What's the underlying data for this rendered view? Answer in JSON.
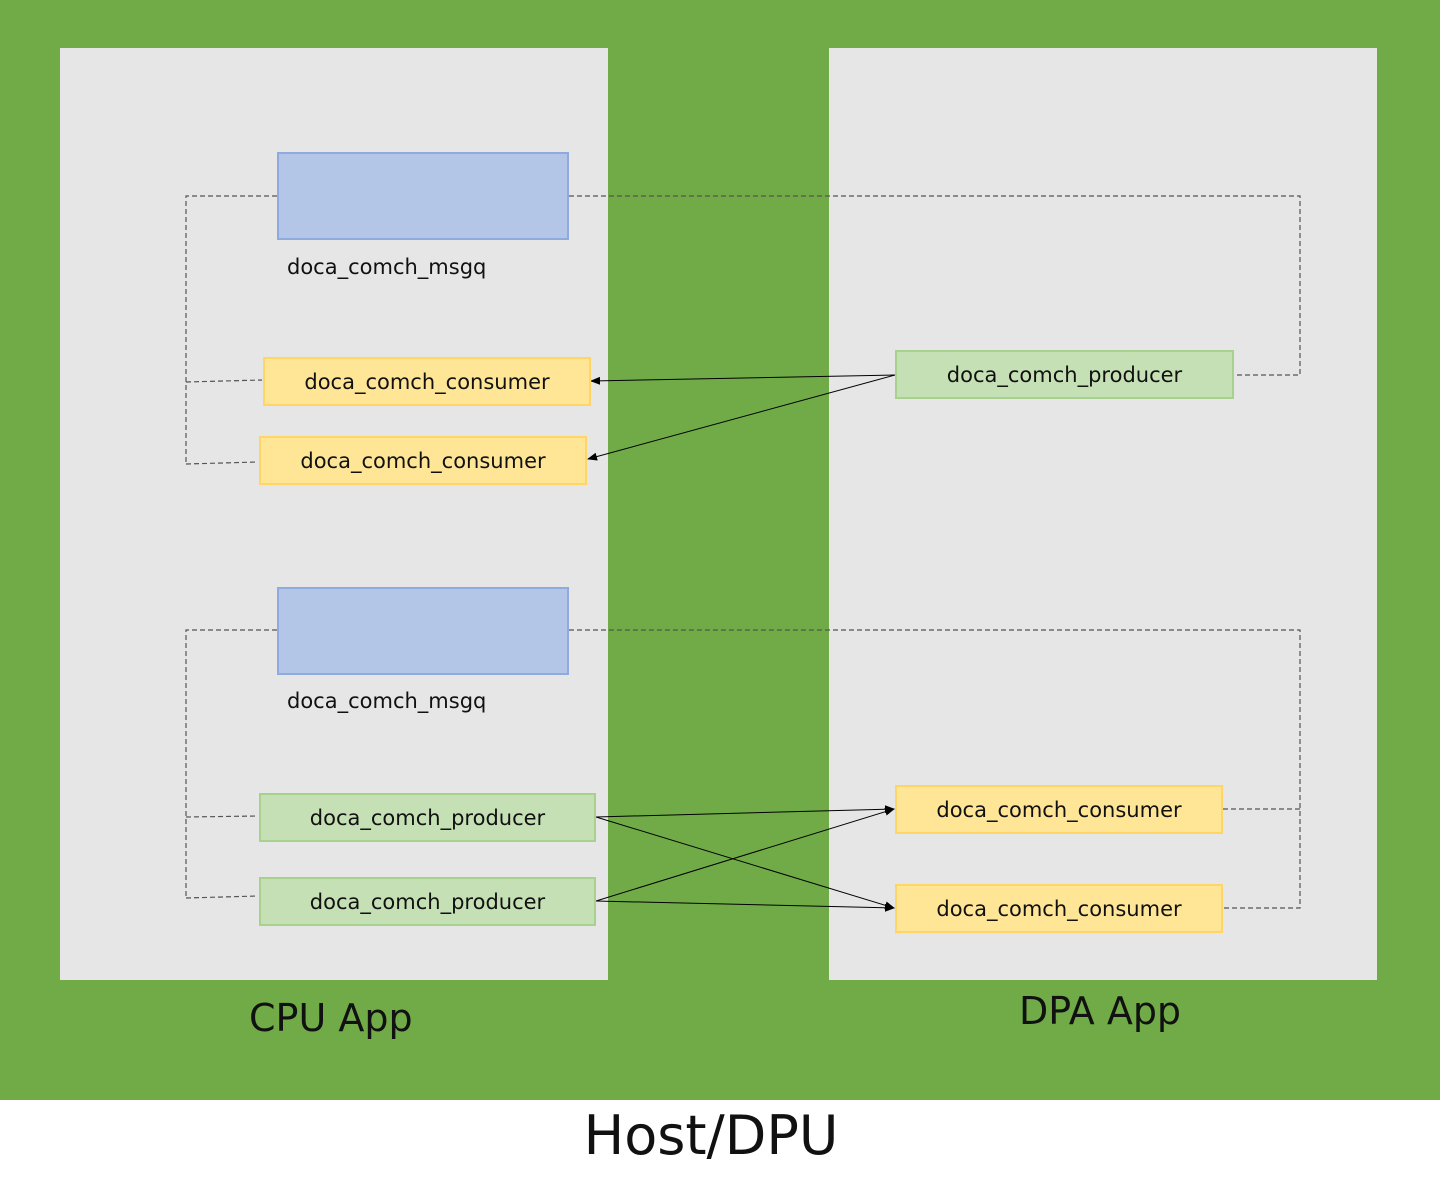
{
  "colors": {
    "host_background": "#70AB48",
    "panel": "#E6E6E6",
    "msgq_fill": "#B3C6E7",
    "msgq_border": "#8FAADC",
    "consumer_fill": "#FFE697",
    "consumer_border": "#FFD665",
    "producer_fill": "#C5E0B4",
    "producer_border": "#A9D18E"
  },
  "host": {
    "label": "Host/DPU"
  },
  "cpu_app": {
    "label": "CPU App",
    "group1": {
      "msgq_caption": "doca_comch_msgq",
      "consumers": [
        "doca_comch_consumer",
        "doca_comch_consumer"
      ]
    },
    "group2": {
      "msgq_caption": "doca_comch_msgq",
      "producers": [
        "doca_comch_producer",
        "doca_comch_producer"
      ]
    }
  },
  "dpa_app": {
    "label": "DPA App",
    "group1": {
      "producer": "doca_comch_producer"
    },
    "group2": {
      "consumers": [
        "doca_comch_consumer",
        "doca_comch_consumer"
      ]
    }
  }
}
